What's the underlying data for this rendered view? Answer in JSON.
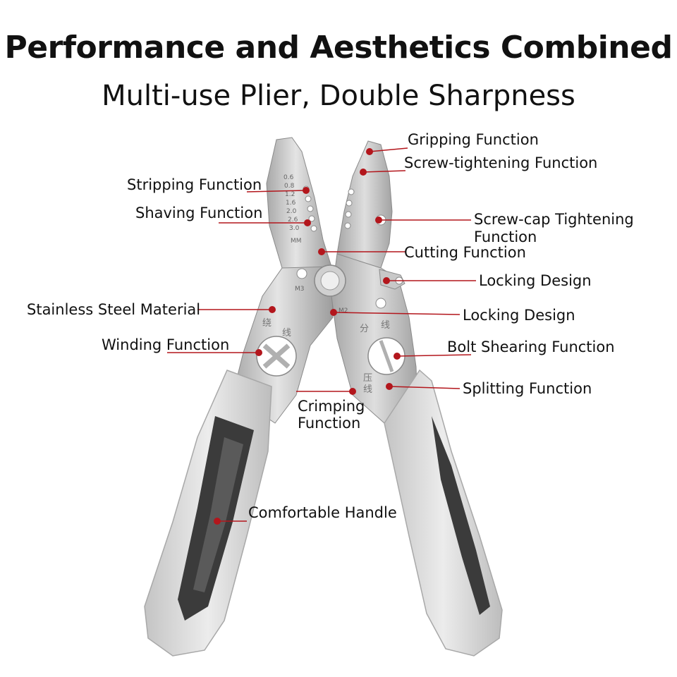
{
  "header": {
    "title": "Performance and Aesthetics Combined",
    "subtitle": "Multi-use Plier, Double Sharpness"
  },
  "colors": {
    "callout_dot": "#b3161c",
    "callout_line": "#b3161c",
    "steel": "#c9c9c9",
    "handle_grip": "#3b3b3b",
    "handle_shell": "#d9d9d9"
  },
  "blade_marks": {
    "gauge": [
      "0.6",
      "0.8",
      "1.2",
      "1.6",
      "2.0",
      "2.6",
      "3.0",
      "MM"
    ],
    "left_stamp": "M3",
    "right_stamp": "M2",
    "left_chars": [
      "绕",
      "线"
    ],
    "right_chars": [
      "分",
      "线",
      "压",
      "线"
    ]
  },
  "callouts": {
    "gripping": "Gripping Function",
    "screw_tightening": "Screw-tightening Function",
    "stripping": "Stripping Function",
    "shaving": "Shaving Function",
    "screw_cap_1": "Screw-cap Tightening",
    "screw_cap_2": "Function",
    "cutting": "Cutting Function",
    "locking_1": "Locking Design",
    "stainless": "Stainless Steel Material",
    "locking_2": "Locking Design",
    "winding": "Winding Function",
    "bolt_shearing": "Bolt Shearing Function",
    "crimping_1": "Crimping",
    "crimping_2": "Function",
    "splitting": "Splitting Function",
    "handle": "Comfortable Handle"
  }
}
